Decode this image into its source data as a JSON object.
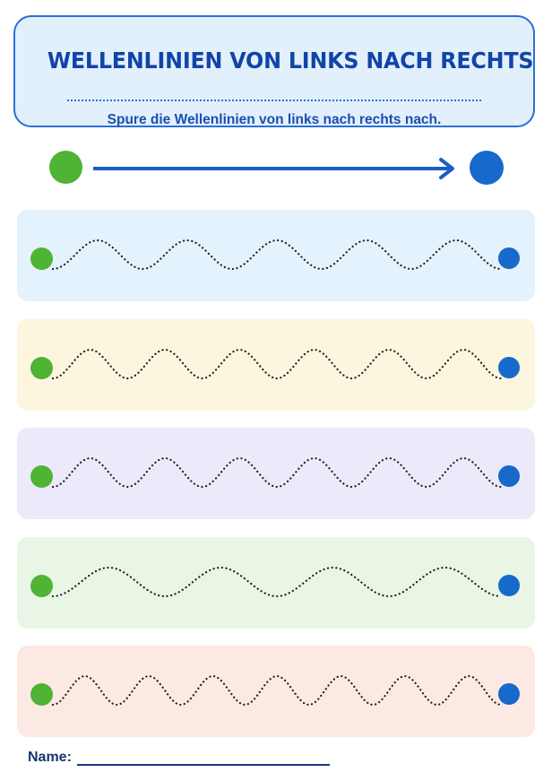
{
  "header": {
    "title": "WELLENLINIEN VON LINKS NACH RECHTS",
    "subtitle": "Spure die Wellenlinien von links nach rechts nach."
  },
  "legend": {
    "start_dot_color": "#4fb334",
    "end_dot_color": "#1769cc",
    "arrow_color": "#1c5fc4"
  },
  "rows": [
    {
      "bg": "#e3f2fd",
      "waves": 5,
      "curve_color": "#1f1f1f"
    },
    {
      "bg": "#fdf6df",
      "waves": 6,
      "curve_color": "#1f1f1f"
    },
    {
      "bg": "#ece9fb",
      "waves": 6,
      "curve_color": "#1f1f1f"
    },
    {
      "bg": "#e9f6e5",
      "waves": 4,
      "curve_color": "#1f1f1f"
    },
    {
      "bg": "#fde9e3",
      "waves": 7,
      "curve_color": "#1f1f1f"
    }
  ],
  "footer": {
    "name_label": "Name:"
  }
}
